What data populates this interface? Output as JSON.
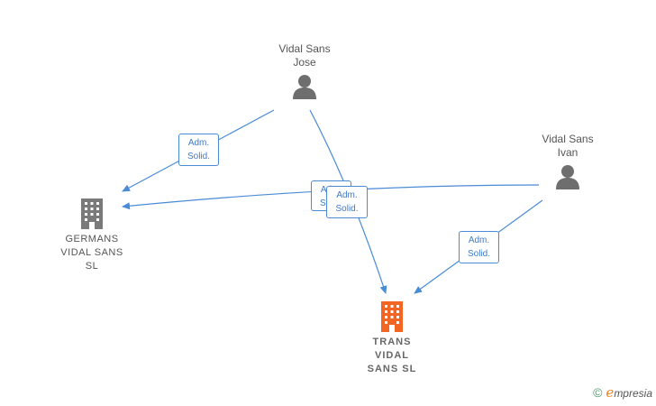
{
  "people": {
    "jose": {
      "name_line1": "Vidal Sans",
      "name_line2": "Jose",
      "icon": "person-icon"
    },
    "ivan": {
      "name_line1": "Vidal Sans",
      "name_line2": "Ivan",
      "icon": "person-icon"
    }
  },
  "companies": {
    "germans": {
      "line1": "GERMANS",
      "line2": "VIDAL SANS",
      "line3": "SL",
      "icon": "building-icon",
      "color": "#7a7a7a"
    },
    "trans": {
      "line1": "TRANS",
      "line2": "VIDAL",
      "line3": "SANS  SL",
      "icon": "building-icon",
      "color": "#f26522"
    }
  },
  "relations": [
    {
      "from": "Vidal Sans Jose",
      "to": "GERMANS VIDAL SANS SL",
      "line1": "Adm.",
      "line2": "Solid."
    },
    {
      "from": "Vidal Sans Ivan",
      "to": "GERMANS VIDAL SANS SL",
      "line1": "Adm.",
      "line2": "Solid."
    },
    {
      "from": "Vidal Sans Jose",
      "to": "TRANS VIDAL SANS SL",
      "line1": "Adm.",
      "line2": "Solid."
    },
    {
      "from": "Vidal Sans Ivan",
      "to": "TRANS VIDAL SANS SL",
      "line1": "Adm.",
      "line2": "Solid."
    }
  ],
  "colors": {
    "edge": "#4a8bd6",
    "person": "#6e6e6e"
  },
  "brand": {
    "copyright": "©",
    "first_letter": "e",
    "rest": "mpresia"
  }
}
